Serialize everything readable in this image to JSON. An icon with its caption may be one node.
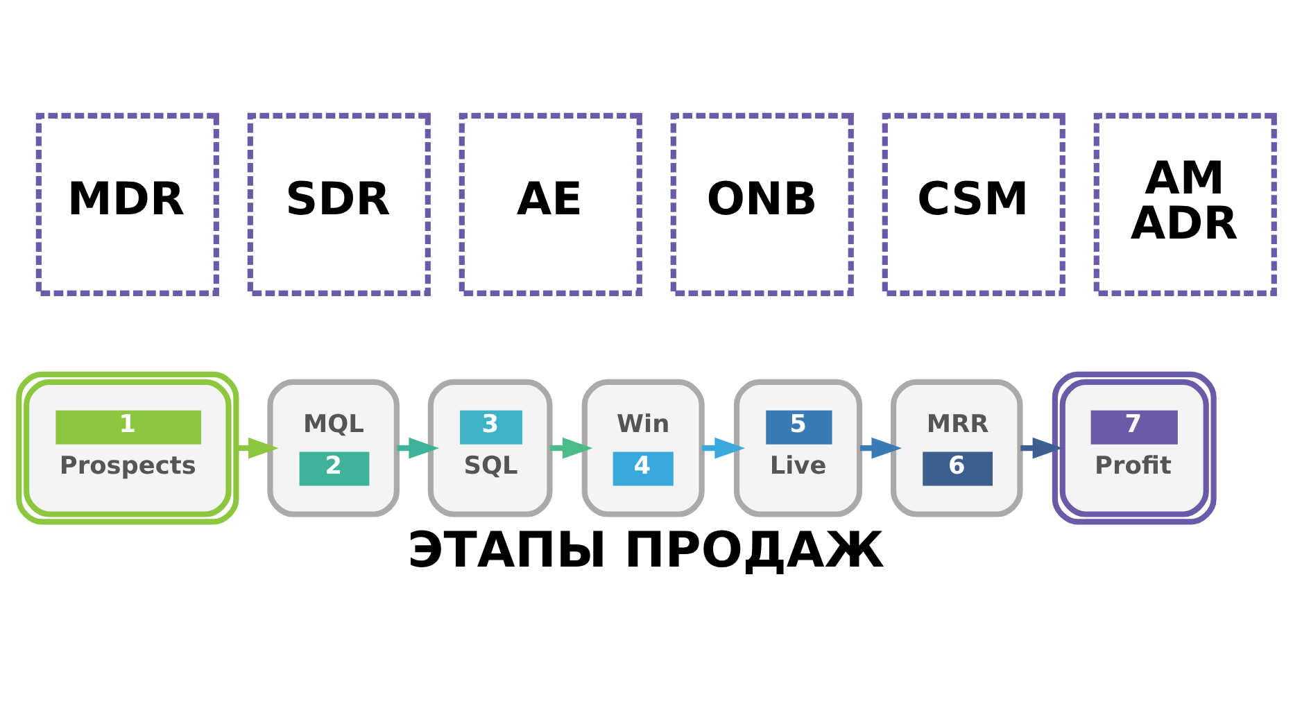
{
  "diagram": {
    "caption": "ЭТАПЫ ПРОДАЖ",
    "nodes": [
      {
        "text": [
          "MDR"
        ]
      },
      {
        "text": [
          "SDR"
        ]
      },
      {
        "text": [
          "AE"
        ]
      },
      {
        "text": [
          "ONB"
        ]
      },
      {
        "text": [
          "CSM"
        ]
      },
      {
        "text": [
          "AM",
          "ADR"
        ]
      },
      {
        "text": [
          "1",
          "Prospects"
        ]
      },
      {
        "text": [
          "MQL",
          "2"
        ]
      },
      {
        "text": [
          "3",
          "SQL"
        ]
      },
      {
        "text": [
          "Win",
          "4"
        ]
      },
      {
        "text": [
          "5",
          "Live"
        ]
      },
      {
        "text": [
          "MRR",
          "6"
        ]
      },
      {
        "text": [
          "7",
          "Profit"
        ]
      }
    ],
    "edges": [
      {
        "from": 6,
        "to": 7,
        "arrow": "to",
        "color": "#8dc63f"
      },
      {
        "from": 7,
        "to": 8,
        "arrow": "to",
        "color": "#3fb39a"
      },
      {
        "from": 8,
        "to": 9,
        "arrow": "to",
        "color": "#4cbb8a"
      },
      {
        "from": 9,
        "to": 10,
        "arrow": "to",
        "color": "#39a9dc"
      },
      {
        "from": 10,
        "to": 11,
        "arrow": "to",
        "color": "#3a7bb5"
      },
      {
        "from": 11,
        "to": 12,
        "arrow": "to",
        "color": "#3d5f8f"
      }
    ]
  }
}
